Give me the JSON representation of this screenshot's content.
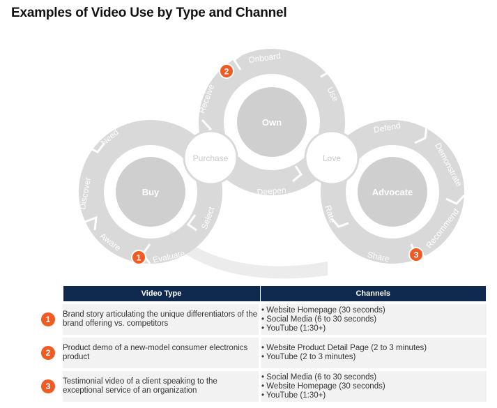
{
  "title": "Examples of Video Use by Type and Channel",
  "colors": {
    "ring": "#d9d9d9",
    "hub": "#cfcfcf",
    "accent": "#f15a22",
    "header": "#0f2a4e",
    "row_bg": "#f2f2f2"
  },
  "diagram": {
    "hubs": {
      "buy": "Buy",
      "own": "Own",
      "advocate": "Advocate"
    },
    "nodes": {
      "purchase": "Purchase",
      "love": "Love"
    },
    "stages": {
      "need": "Need",
      "discover": "Discover",
      "aware": "Aware",
      "evaluate": "Evaluate",
      "select": "Select",
      "receive": "Receive",
      "onboard": "Onboard",
      "use": "Use",
      "deepen": "Deepen",
      "defend": "Defend",
      "demonstrate": "Demonstrate",
      "recommend": "Recommend",
      "share": "Share",
      "rate": "Rate"
    },
    "badges": [
      "1",
      "2",
      "3"
    ]
  },
  "table": {
    "headers": {
      "video_type": "Video Type",
      "channels": "Channels"
    },
    "rows": [
      {
        "num": "1",
        "type": "Brand story articulating the unique differentiators of the brand offering vs. competitors",
        "channels": [
          "• Website Homepage (30 seconds)",
          "• Social Media (6 to 30 seconds)",
          "• YouTube (1:30+)"
        ]
      },
      {
        "num": "2",
        "type": "Product demo of a new-model consumer electronics product",
        "channels": [
          "• Website Product Detail Page (2 to 3 minutes)",
          "• YouTube (2 to 3 minutes)"
        ]
      },
      {
        "num": "3",
        "type": "Testimonial video of a client speaking to the exceptional service of an organization",
        "channels": [
          "• Social Media (6 to 30 seconds)",
          "• Website Homepage (30 seconds)",
          "• YouTube (1:30+)"
        ]
      }
    ]
  }
}
